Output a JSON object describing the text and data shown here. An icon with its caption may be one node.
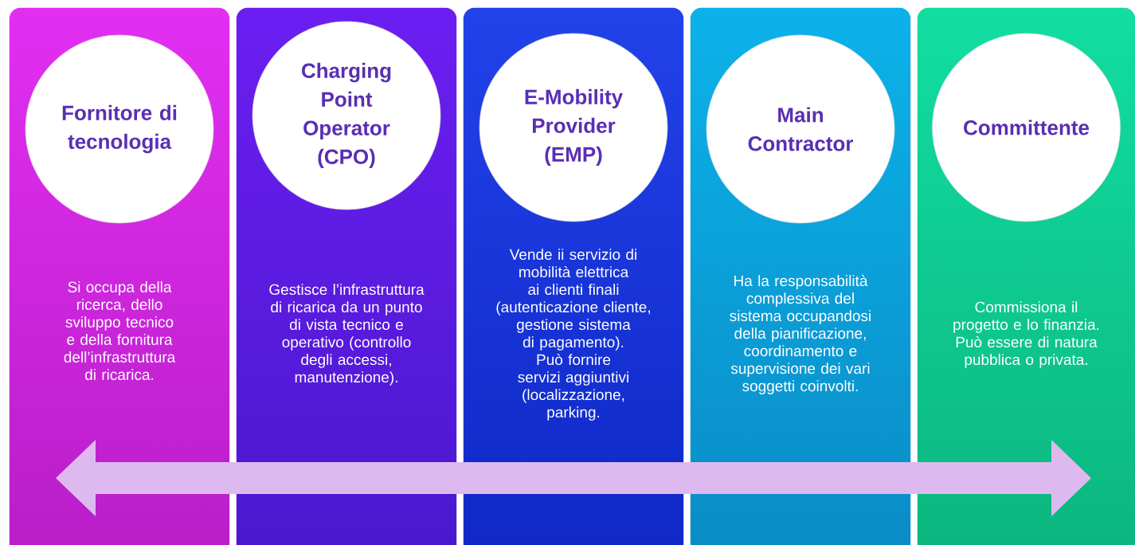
{
  "diagram": {
    "nodes": [
      {
        "text": [
          "Si occupa della ricerca, dello sviluppo tecnico e della fornitura dell’infrastruttura  di ricarica."
        ]
      },
      {
        "text": [
          "Fornitore di tecnologia"
        ],
        "in": 0
      },
      {
        "text": [
          "Gestisce l’infrastruttura  di ricarica da un punto di vista tecnico e operativo (controllo degli accessi, manutenzione)."
        ]
      },
      {
        "text": [
          "Charging Point Operator (CPO)"
        ],
        "in": 2
      },
      {
        "text": [
          "Vende ii servizio di mobilità elettrica ai clienti finali (autenticazione cliente, gestione sistema di pagamento). Può fornire servizi aggiuntivi (localizzazione, parking."
        ]
      },
      {
        "text": [
          "E-Mobility Provider (EMP)"
        ],
        "in": 4
      },
      {
        "text": [
          "Ha la responsabilità complessiva del sistema occupandosi della pianificazione, coordinamento e supervisione dei vari soggetti coinvolti."
        ]
      },
      {
        "text": [
          "Main Contractor"
        ],
        "in": 6
      },
      {
        "text": [
          "Commissiona il progetto e lo finanzia. Può essere di natura pubblica  o privata."
        ]
      },
      {
        "text": [
          "Committente"
        ],
        "in": 8
      }
    ]
  }
}
